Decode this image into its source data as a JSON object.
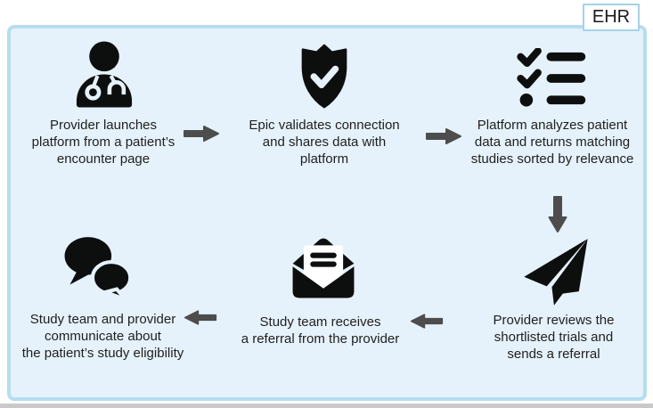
{
  "figure": {
    "label": "EHR",
    "colors": {
      "panel_border": "#b6ddf0",
      "panel_bg": "#e5f2fb",
      "tab_border": "#a5d3ea",
      "tab_bg": "#ffffff",
      "icon": "#0d0e0e",
      "arrow": "#4d4d4d",
      "text": "#1f1f1f"
    }
  },
  "steps": [
    {
      "name": "launch",
      "icon": "doctor-icon",
      "lines": [
        "Provider launches",
        "platform from a patient’s",
        "encounter page"
      ]
    },
    {
      "name": "validate",
      "icon": "shield-check-icon",
      "lines": [
        "Epic validates connection",
        "and shares data with",
        "platform"
      ]
    },
    {
      "name": "analyze",
      "icon": "checklist-icon",
      "lines": [
        "Platform analyzes patient",
        "data and returns matching",
        "studies sorted by relevance"
      ]
    },
    {
      "name": "review",
      "icon": "paper-plane-icon",
      "lines": [
        "Provider reviews the",
        "shortlisted trials and",
        "sends a referral"
      ]
    },
    {
      "name": "receive",
      "icon": "open-envelope-icon",
      "lines": [
        "Study team receives",
        "a referral from the provider"
      ]
    },
    {
      "name": "communicate",
      "icon": "chat-bubbles-icon",
      "lines": [
        "Study team and provider",
        "communicate about",
        "the patient’s study eligibility"
      ]
    }
  ],
  "arrows": [
    {
      "from": "launch",
      "to": "validate",
      "direction": "right"
    },
    {
      "from": "validate",
      "to": "analyze",
      "direction": "right"
    },
    {
      "from": "analyze",
      "to": "review",
      "direction": "down"
    },
    {
      "from": "review",
      "to": "receive",
      "direction": "left"
    },
    {
      "from": "receive",
      "to": "communicate",
      "direction": "left"
    }
  ]
}
